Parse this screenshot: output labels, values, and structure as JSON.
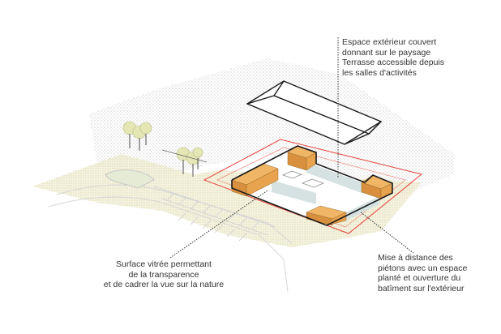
{
  "annotations": {
    "exterior_space": "Espace extérieur couvert\ndonnant sur le paysage\nTerrasse accessible depuis\nles salles d'activités",
    "glazed_surface": "Surface vitrée permettant\nde la transparence\net de cadrer la vue sur la nature",
    "pedestrian_distance": "Mise à distance des\npiétons avec un espace\nplanté et ouverture du\nbatîment sur l'extérieur"
  },
  "colors": {
    "building_block": "#e8a34e",
    "glazing": "#d6e2e2",
    "site_boundary": "#e8403a",
    "outline": "#1a1a1a",
    "planting": "#e6e2b8"
  }
}
